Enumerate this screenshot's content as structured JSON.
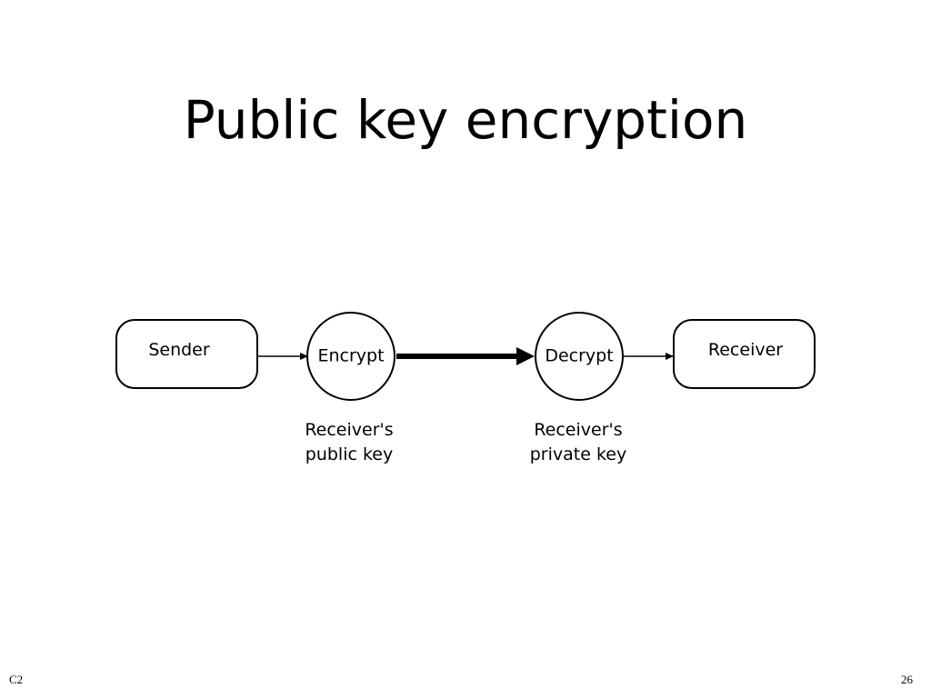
{
  "slide": {
    "title": "Public key encryption",
    "footer_left": "C2",
    "page_number": "26"
  },
  "diagram": {
    "nodes": {
      "sender": "Sender",
      "encrypt": "Encrypt",
      "decrypt": "Decrypt",
      "receiver": "Receiver"
    },
    "keys": {
      "public_key": [
        "Receiver's",
        "public key"
      ],
      "private_key": [
        "Receiver's",
        "private key"
      ]
    }
  }
}
